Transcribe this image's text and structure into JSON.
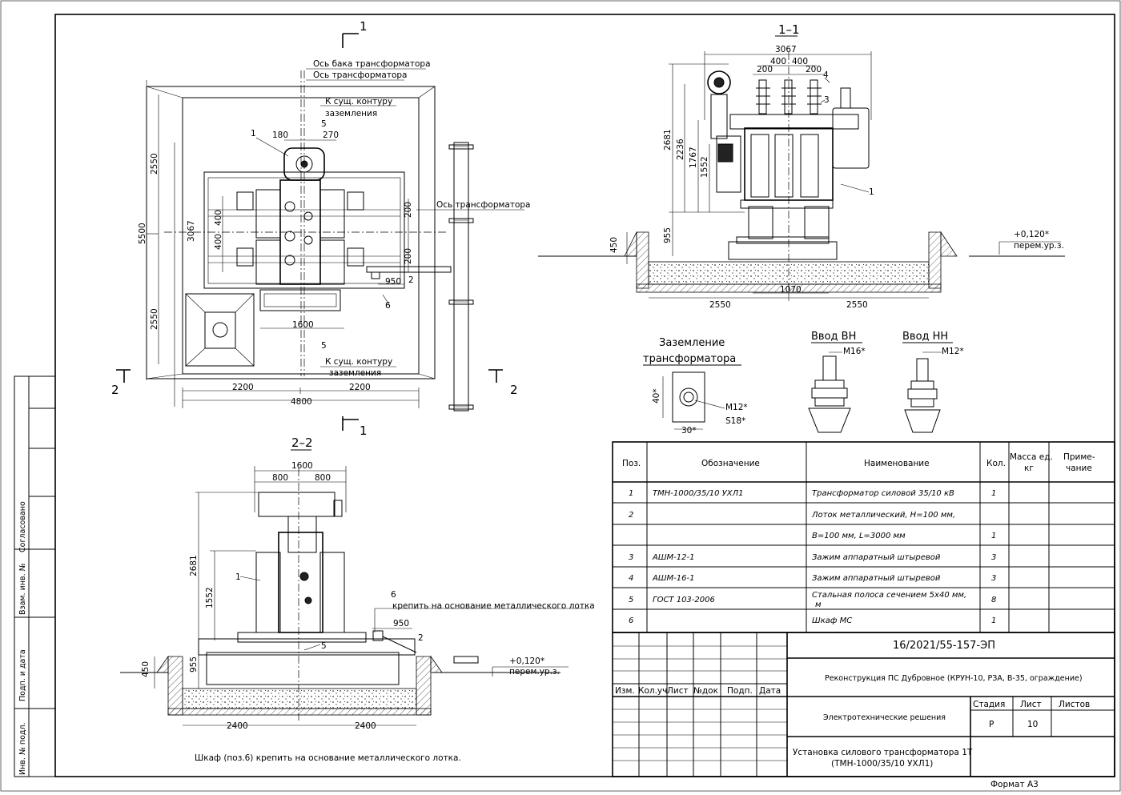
{
  "plan": {
    "section_mark_top": "1",
    "section_mark_bottom": "1",
    "section_mark_left": "2",
    "section_mark_right": "2",
    "axis_tank": "Ось бака трансформатора",
    "axis_transformer": "Ось трансформатора",
    "axis_transformer_right": "Ось трансформатора",
    "ground_top_1": "К сущ. контуру",
    "ground_top_2": "заземления",
    "ground_bottom_1": "К сущ. контуру",
    "ground_bottom_2": "заземления",
    "dim_180": "180",
    "dim_270": "270",
    "dim_2550_top": "2550",
    "dim_2550_bottom": "2550",
    "dim_5500": "5500",
    "dim_3067": "3067",
    "dim_400_a": "400",
    "dim_400_b": "400",
    "dim_200_a": "200",
    "dim_200_b": "200",
    "dim_950": "950",
    "dim_1600": "1600",
    "dim_2200_left": "2200",
    "dim_2200_right": "2200",
    "dim_4800": "4800",
    "pos_1": "1",
    "pos_2": "2",
    "pos_5_top": "5",
    "pos_5_bottom": "5",
    "pos_6": "6"
  },
  "section11": {
    "title": "1–1",
    "dim_3067": "3067",
    "dim_400_a": "400",
    "dim_400_b": "400",
    "dim_200_a": "200",
    "dim_200_b": "200",
    "pos_4": "4",
    "pos_3": "3",
    "pos_1": "1",
    "dim_2681": "2681",
    "dim_2236": "2236",
    "dim_1767": "1767",
    "dim_1552": "1552",
    "dim_955": "955",
    "dim_450": "450",
    "dim_1070": "1070",
    "dim_2550_left": "2550",
    "dim_2550_right": "2550",
    "level": "+0,120*",
    "level_note": "перем.ур.з."
  },
  "section22": {
    "title": "2–2",
    "dim_1600": "1600",
    "dim_800_a": "800",
    "dim_800_b": "800",
    "dim_2681": "2681",
    "dim_1552": "1552",
    "dim_955": "955",
    "dim_450": "450",
    "dim_950": "950",
    "dim_2400_left": "2400",
    "dim_2400_right": "2400",
    "pos_1": "1",
    "pos_2": "2",
    "pos_5": "5",
    "pos_6": "6",
    "note6": "крепить на основание металлического лотка",
    "level": "+0,120*",
    "level_note": "перем.ур.з.",
    "bottom_note": "Шкаф (поз.6) крепить на основание металлического лотка."
  },
  "details": {
    "grounding_title_1": "Заземление",
    "grounding_title_2": "трансформатора",
    "g_dim_40": "40*",
    "g_dim_30": "30*",
    "g_m12": "М12*",
    "g_s18": "S18*",
    "hv_title": "Ввод ВН",
    "hv_thread": "М16*",
    "lv_title": "Ввод НН",
    "lv_thread": "М12*"
  },
  "spec": {
    "headers": {
      "pos": "Поз.",
      "designation": "Обозначение",
      "name": "Наименование",
      "qty": "Кол.",
      "mass_1": "Масса ед.",
      "mass_2": "кг",
      "note_1": "Приме-",
      "note_2": "чание"
    },
    "rows": [
      {
        "pos": "1",
        "designation": "ТМН-1000/35/10 УХЛ1",
        "name": "Трансформатор силовой 35/10 кВ",
        "qty": "1"
      },
      {
        "pos": "2",
        "designation": "",
        "name": "Лоток металлический, Н=100 мм,",
        "qty": ""
      },
      {
        "pos": "",
        "designation": "",
        "name": "B=100 мм, L=3000 мм",
        "qty": "1"
      },
      {
        "pos": "3",
        "designation": "АШМ-12-1",
        "name": "Зажим аппаратный штыревой",
        "qty": "3"
      },
      {
        "pos": "4",
        "designation": "АШМ-16-1",
        "name": "Зажим аппаратный штыревой",
        "qty": "3"
      },
      {
        "pos": "5",
        "designation": "ГОСТ 103-2006",
        "name": "Стальная полоса сечением 5х40 мм,",
        "name2": "м",
        "qty": "8"
      },
      {
        "pos": "6",
        "designation": "",
        "name": "Шкаф МС",
        "qty": "1"
      }
    ]
  },
  "title_block": {
    "code": "16/2021/55-157-ЭП",
    "project": "Реконструкция ПС Дубровное (КРУН-10, РЗА, В-35, ограждение)",
    "section": "Электротехнические решения",
    "drawing_1": "Установка силового трансформатора 1Т",
    "drawing_2": "(ТМН-1000/35/10 УХЛ1)",
    "col_izm": "Изм.",
    "col_kol": "Кол.уч",
    "col_list": "Лист",
    "col_ndok": "№док",
    "col_podp": "Подп.",
    "col_data": "Дата",
    "stage_label": "Стадия",
    "sheet_label": "Лист",
    "sheets_label": "Листов",
    "stage": "Р",
    "sheet": "10",
    "sheets": "",
    "format": "Формат А3"
  },
  "side_stamp": {
    "agreed": "Согласовано",
    "replace_inv": "Взам. инв. №",
    "sign_date": "Подп. и дата",
    "inv_orig": "Инв. № подл."
  }
}
